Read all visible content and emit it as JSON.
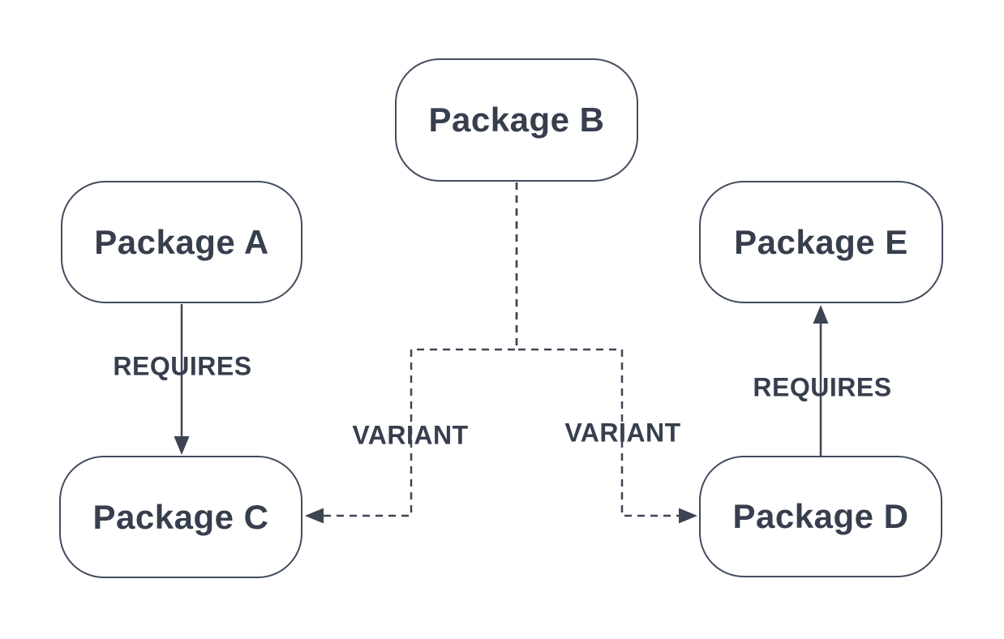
{
  "diagram": {
    "background_color": "#ffffff",
    "node_fill_color": "#ffffff",
    "node_border_color": "#434c5e",
    "edge_color": "#3d4554",
    "text_color": "#373e4d",
    "nodes": [
      {
        "id": "package-b",
        "label": "Package B"
      },
      {
        "id": "package-a",
        "label": "Package A"
      },
      {
        "id": "package-e",
        "label": "Package E"
      },
      {
        "id": "package-c",
        "label": "Package C"
      },
      {
        "id": "package-d",
        "label": "Package D"
      }
    ],
    "edges": [
      {
        "from": "Package A",
        "to": "Package C",
        "label": "REQUIRES",
        "style": "solid"
      },
      {
        "from": "Package D",
        "to": "Package E",
        "label": "REQUIRES",
        "style": "solid"
      },
      {
        "from": "Package B",
        "to": "Package C",
        "label": "VARIANT",
        "style": "dashed"
      },
      {
        "from": "Package B",
        "to": "Package D",
        "label": "VARIANT",
        "style": "dashed"
      }
    ]
  }
}
